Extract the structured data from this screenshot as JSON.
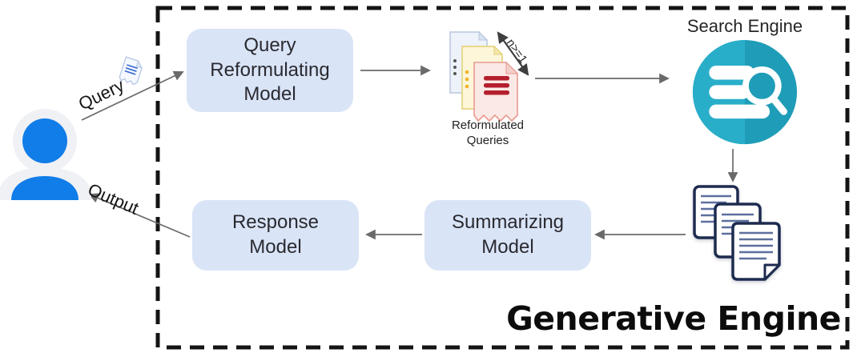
{
  "diagram": {
    "title": "Generative Engine",
    "nodes": {
      "user": {
        "name": "user"
      },
      "query_reformulating_model": {
        "label": "Query\nReformulating\nModel"
      },
      "reformulated_queries": {
        "label": "Reformulated\nQueries",
        "count_label": "n>=1"
      },
      "search_engine": {
        "label": "Search Engine"
      },
      "retrieved_documents": {
        "name": "retrieved-documents"
      },
      "summarizing_model": {
        "label": "Summarizing\nModel"
      },
      "response_model": {
        "label": "Response\nModel"
      }
    },
    "edges": {
      "query_label": "Query",
      "output_label": "Output"
    },
    "colors": {
      "model_box_fill": "#d9e4f7",
      "user_icon_blue": "#117de8",
      "search_engine_teal_light": "#29aec9",
      "search_engine_teal_dark": "#1f9db8",
      "arrow_gray": "#6a6a6a",
      "boundary_black": "#141414",
      "query_doc_red": "#b41f2e",
      "documents_navy": "#1d2b4f"
    }
  }
}
